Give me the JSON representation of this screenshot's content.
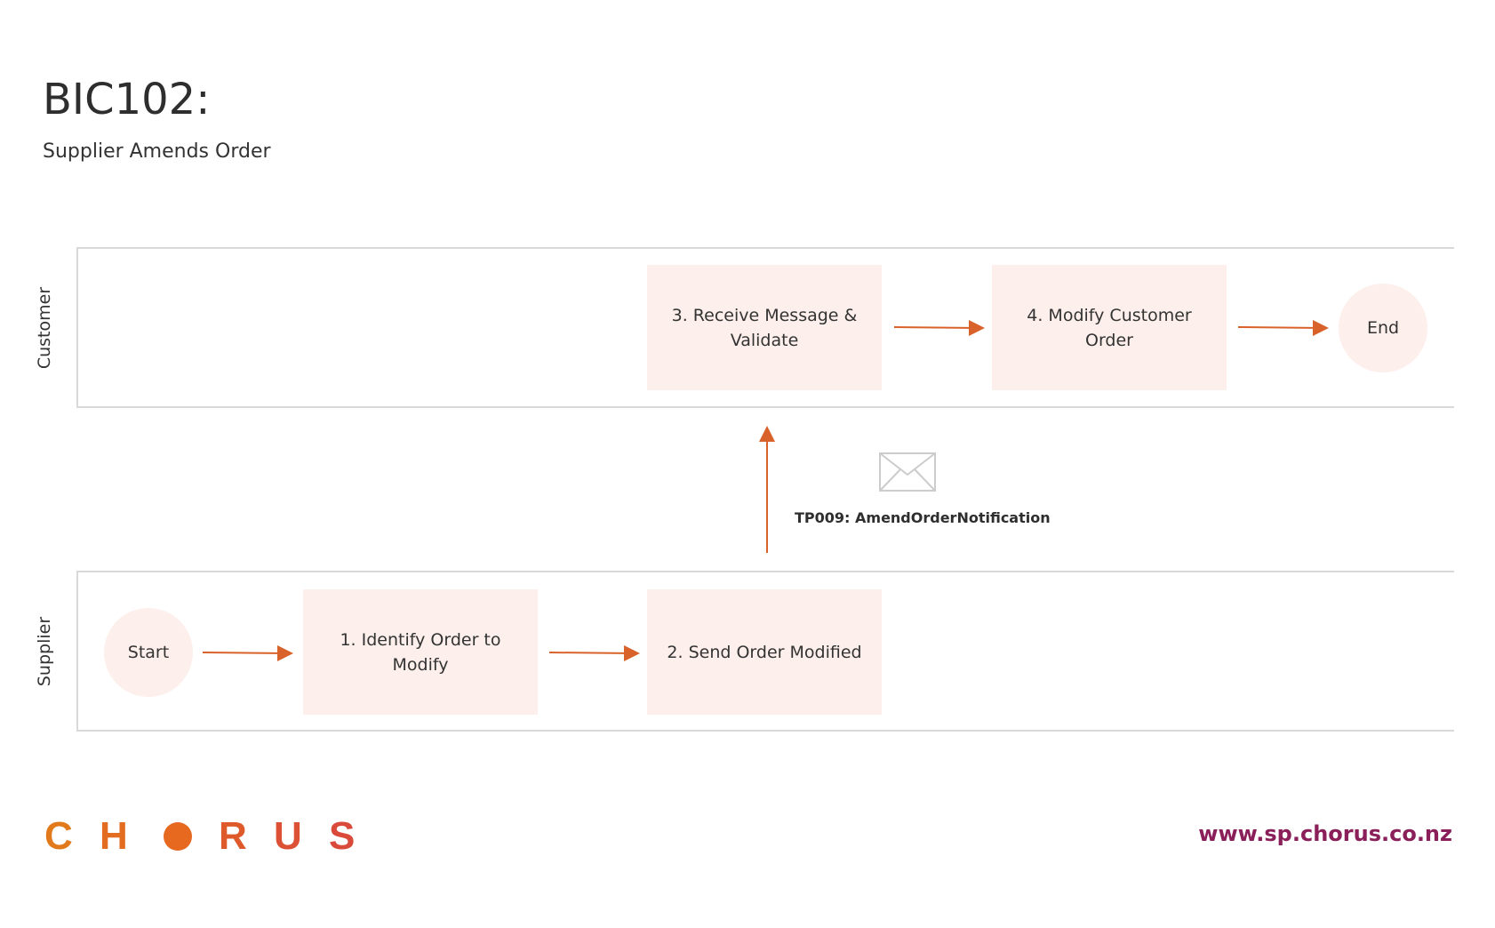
{
  "header": {
    "title": "BIC102:",
    "subtitle": "Supplier Amends Order"
  },
  "lanes": {
    "customer": "Customer",
    "supplier": "Supplier"
  },
  "nodes": {
    "start": "Start",
    "step1": "1. Identify Order to Modify",
    "step2": "2. Send Order Modified",
    "step3": "3. Receive Message & Validate",
    "step4": "4. Modify Customer Order",
    "end": "End"
  },
  "message": {
    "label": "TP009: AmendOrderNotification",
    "icon": "envelope-icon"
  },
  "footer": {
    "logo_letters": [
      "C",
      "H",
      "R",
      "U",
      "S"
    ],
    "url": "www.sp.chorus.co.nz"
  },
  "colors": {
    "arrow": "#d9622b",
    "box_fill": "#fdefeb",
    "logo_orange": "#e7691f",
    "logo_red": "#d94a3a",
    "url": "#8a1f5a"
  }
}
